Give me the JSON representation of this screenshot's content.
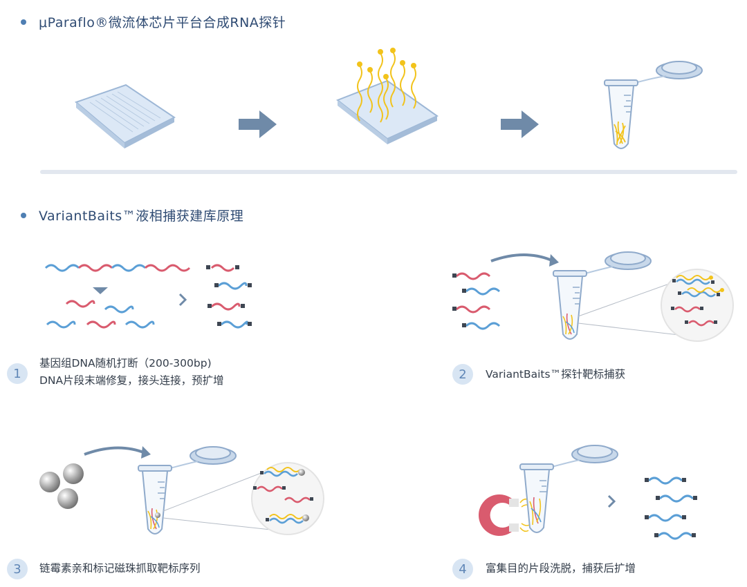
{
  "section1": {
    "title": "μParaflo®微流体芯片平台合成RNA探针"
  },
  "section2": {
    "title": "VariantBaits™液相捕获建库原理"
  },
  "steps": [
    {
      "number": "1",
      "lines": [
        "基因组DNA随机打断（200-300bp)",
        "DNA片段末端修复，接头连接，预扩增"
      ]
    },
    {
      "number": "2",
      "lines": [
        "VariantBaits™探针靶标捕获"
      ]
    },
    {
      "number": "3",
      "lines": [
        "链霉素亲和标记磁珠抓取靶标序列"
      ]
    },
    {
      "number": "4",
      "lines": [
        "富集目的片段洗脱，捕获后扩增"
      ]
    }
  ],
  "colors": {
    "dna_red": "#d95b6e",
    "dna_blue": "#5b9fd6",
    "probe_yellow": "#f2c31b",
    "arrow_slate": "#6f8aa8",
    "bullet": "#4f7fb3",
    "badge_bg": "#d8e5f3",
    "badge_text": "#5f86b6"
  },
  "icons": [
    "microfluidic-chip-icon",
    "probe-synthesis-chip-icon",
    "tube-icon",
    "magnetic-bead-icon",
    "magnet-icon",
    "magnifier-circle-icon"
  ]
}
